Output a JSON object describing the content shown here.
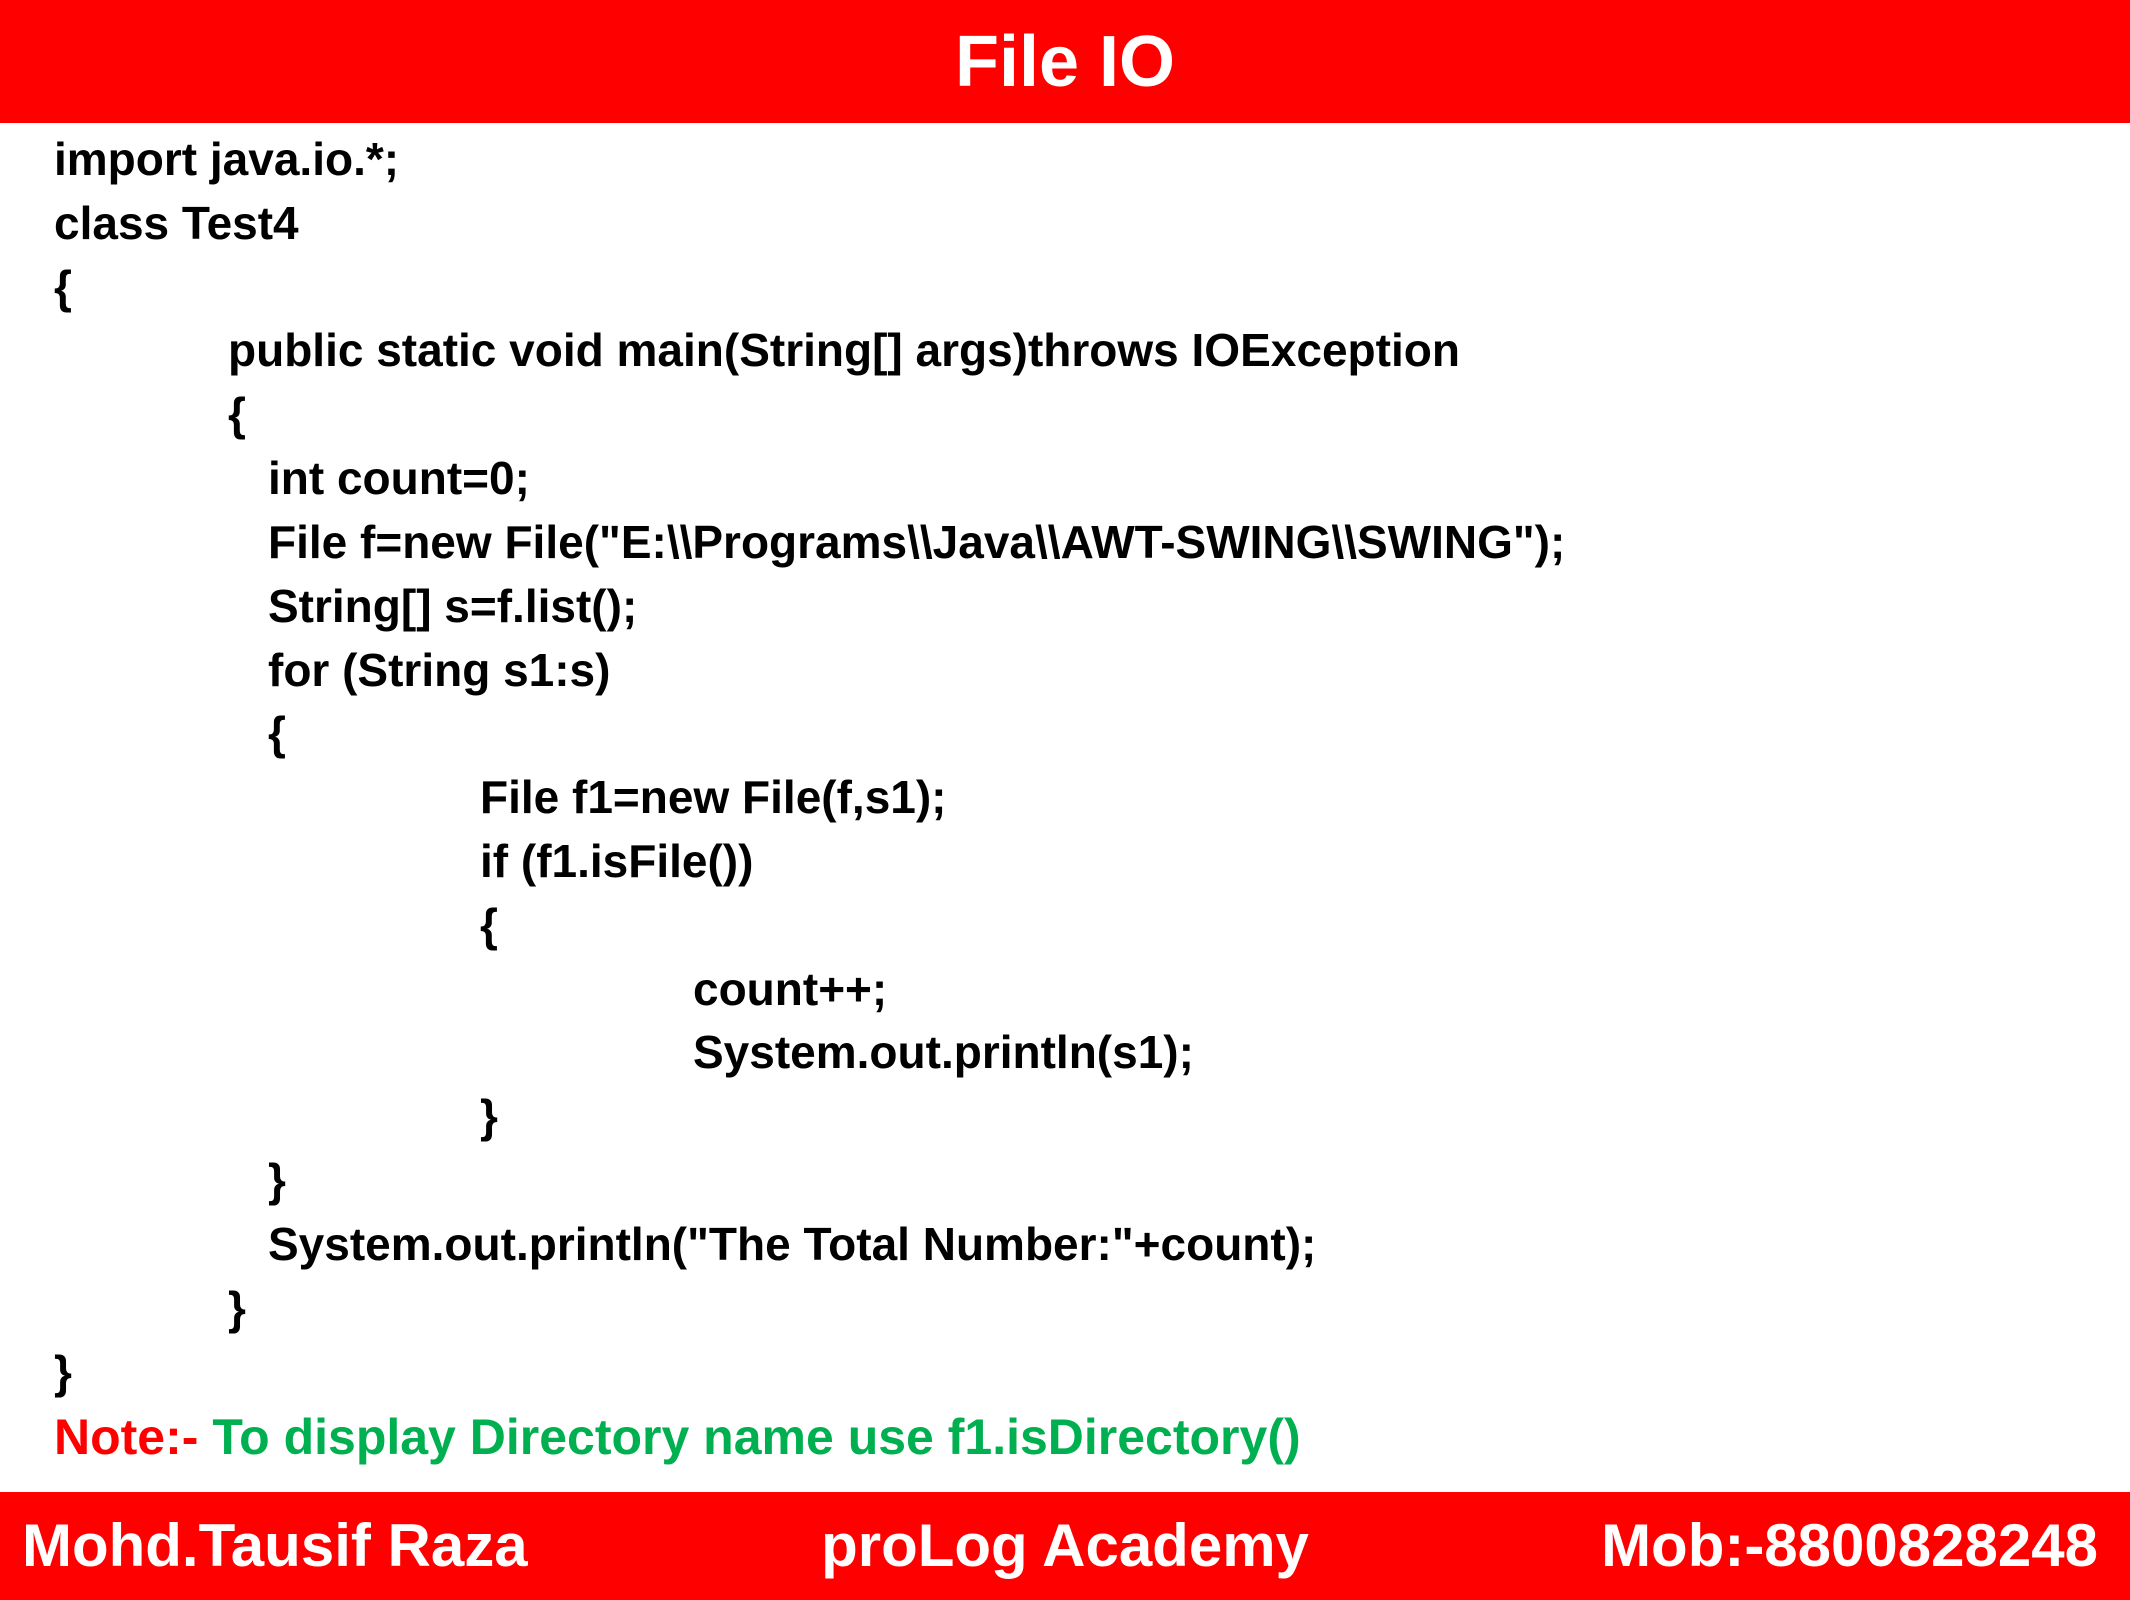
{
  "header": {
    "title": "File IO"
  },
  "code": {
    "lines": [
      "import java.io.*;",
      "class Test4",
      "{",
      "public static void main(String[] args)throws IOException",
      "{",
      "int count=0;",
      "File f=new File(\"E:\\\\Programs\\\\Java\\\\AWT-SWING\\\\SWING\");",
      "String[] s=f.list();",
      "for (String s1:s)",
      "{",
      "File f1=new File(f,s1);",
      "if (f1.isFile())",
      "{",
      "count++;",
      "System.out.println(s1);",
      "}",
      "}",
      "System.out.println(\"The Total Number:\"+count);",
      "}",
      "}"
    ]
  },
  "note": {
    "label": "Note:- ",
    "text": "To display Directory name use f1.isDirectory()"
  },
  "footer": {
    "author": "Mohd.Tausif Raza",
    "academy": "proLog Academy",
    "mobile": "Mob:-8800828248"
  },
  "colors": {
    "banner": "#ff0000",
    "note_label": "#ff0000",
    "note_text": "#00b050",
    "code_text": "#000000"
  }
}
